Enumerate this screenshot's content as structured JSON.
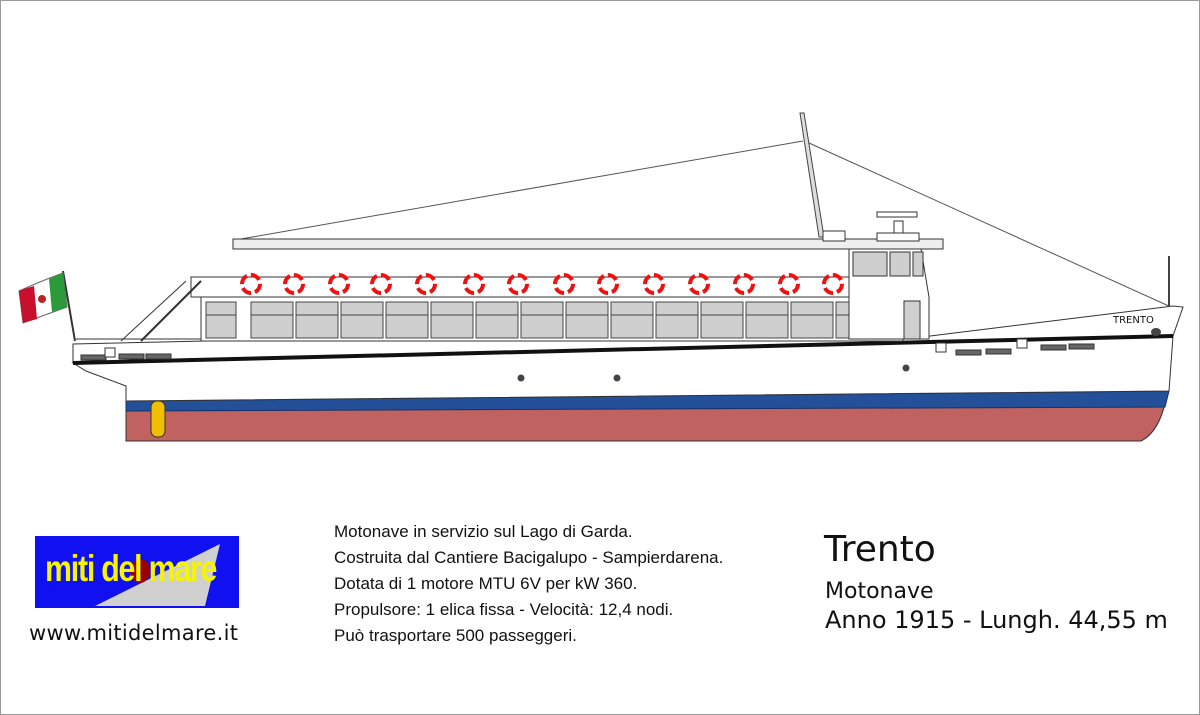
{
  "ship": {
    "name_on_hull": "TRENTO",
    "colors": {
      "hull_white": "#ffffff",
      "boot_top": "#24509a",
      "antifouling": "#c0625f",
      "windows": "#cfcfcf",
      "life_ring": "#ee1111"
    }
  },
  "logo": {
    "text": "miti del mare",
    "colors": {
      "background": "#1010f0",
      "text": "#f5f500"
    }
  },
  "website": "www.mitidelmare.it",
  "description": [
    "Motonave in servizio sul Lago di Garda.",
    "Costruita dal Cantiere Bacigalupo - Sampierdarena.",
    "Dotata di 1 motore MTU 6V per kW 360.",
    "Propulsore: 1 elica fissa - Velocità: 12,4 nodi.",
    "Può trasportare 500 passeggeri."
  ],
  "title": "Trento",
  "vessel_type": "Motonave",
  "specs": "Anno 1915 - Lungh. 44,55 m"
}
